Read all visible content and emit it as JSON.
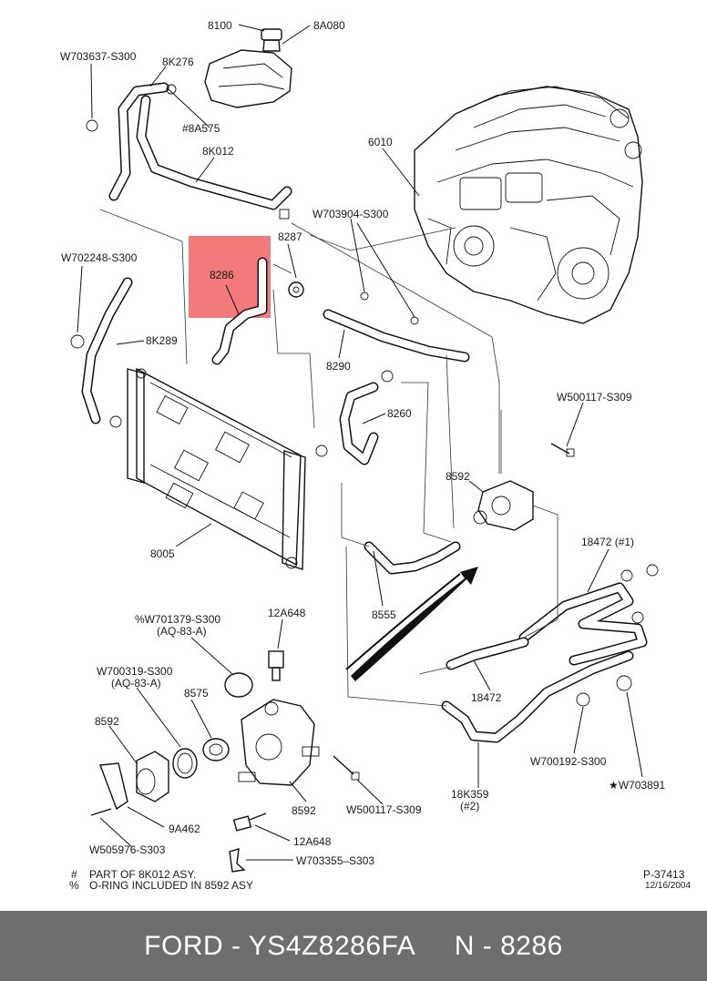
{
  "labels": {
    "l8100": "8100",
    "l8A080": "8A080",
    "lW703637": "W703637-S300",
    "l8K276": "8K276",
    "l8A575": "#8A575",
    "l8K012": "8K012",
    "l6010": "6010",
    "lW703904": "W703904-S300",
    "l8287": "8287",
    "lW702248": "W702248-S300",
    "l8286": "8286",
    "l8K289": "8K289",
    "l8290": "8290",
    "l8260": "8260",
    "lW500117a": "W500117-S309",
    "l8592a": "8592",
    "l8005": "8005",
    "l18472a": "18472 (#1)",
    "l8555": "8555",
    "l12A648a": "12A648",
    "lW701379": "%W701379-S300",
    "lAQ1": "(AQ-83-A)",
    "lW700319": "W700319-S300",
    "lAQ2": "(AQ-83-A)",
    "l8575": "8575",
    "l18472b": "18472",
    "l8592b": "8592",
    "l8592c": "8592",
    "lW500117b": "W500117-S309",
    "lW700192": "W700192-S300",
    "lW703891": "★W703891",
    "l18K359": "18K359",
    "l18K359n": "(#2)",
    "l9A462": "9A462",
    "lW505976": "W505976-S303",
    "l12A648b": "12A648",
    "lW703355": "W703355–S303",
    "note1sym": "#",
    "note1": "PART OF 8K012 ASY.",
    "note2sym": "%",
    "note2": "O-RING INCLUDED IN 8592 ASY",
    "figid": "P-37413",
    "figdate": "12/16/2004"
  },
  "highlight": {
    "color": "#f26b6b",
    "part": "8286"
  },
  "footer": {
    "text": "FORD - YS4Z8286FA     N - 8286"
  }
}
